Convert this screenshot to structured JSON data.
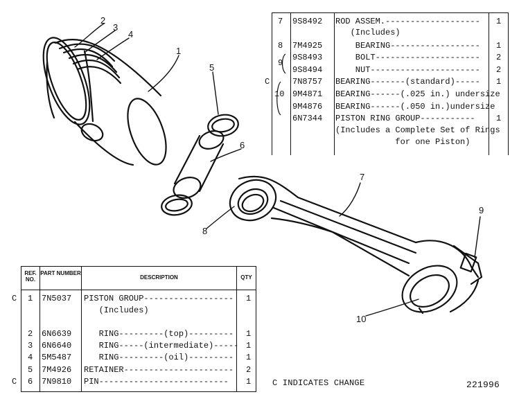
{
  "upper_table": {
    "rows": [
      {
        "ref": "7",
        "part": "9S8492",
        "desc": "ROD ASSEM.-------------------",
        "qty": "1"
      },
      {
        "ref": "",
        "part": "",
        "desc": "   (Includes)",
        "qty": ""
      },
      {
        "ref": "8",
        "part": "7M4925",
        "desc": "    BEARING------------------",
        "qty": "1"
      },
      {
        "ref": "9",
        "part": "9S8493",
        "desc": "    BOLT---------------------",
        "qty": "2"
      },
      {
        "ref": "",
        "part": "9S8494",
        "desc": "    NUT----------------------",
        "qty": "2"
      },
      {
        "ref": "C",
        "part": "7N8757",
        "desc": "BEARING-------(standard)-----",
        "qty": "1"
      },
      {
        "ref": "10",
        "part": "9M4871",
        "desc": "BEARING------(.025 in.) undersize",
        "qty": ""
      },
      {
        "ref": "",
        "part": "9M4876",
        "desc": "BEARING------(.050 in.)undersize",
        "qty": ""
      },
      {
        "ref": "",
        "part": "6N7344",
        "desc": "PISTON RING GROUP-----------",
        "qty": "1"
      },
      {
        "ref": "",
        "part": "",
        "desc": "(Includes a Complete Set of Rings",
        "qty": ""
      },
      {
        "ref": "",
        "part": "",
        "desc": "            for one Piston)",
        "qty": ""
      }
    ]
  },
  "lower_table": {
    "headers": {
      "ref": "REF. NO.",
      "part": "PART NUMBER",
      "desc": "DESCRIPTION",
      "qty": "QTY"
    },
    "rows": [
      {
        "c": "C",
        "ref": "1",
        "part": "7N5037",
        "desc": "PISTON GROUP------------------",
        "qty": "1"
      },
      {
        "c": "",
        "ref": "",
        "part": "",
        "desc": "   (Includes)",
        "qty": ""
      },
      {
        "c": "",
        "ref": "2",
        "part": "6N6639",
        "desc": "   RING---------(top)---------",
        "qty": "1"
      },
      {
        "c": "",
        "ref": "3",
        "part": "6N6640",
        "desc": "   RING-----(intermediate)-----",
        "qty": "1"
      },
      {
        "c": "",
        "ref": "4",
        "part": "5M5487",
        "desc": "   RING---------(oil)---------",
        "qty": "1"
      },
      {
        "c": "",
        "ref": "5",
        "part": "7M4926",
        "desc": "RETAINER----------------------",
        "qty": "2"
      },
      {
        "c": "C",
        "ref": "6",
        "part": "7N9810",
        "desc": "PIN--------------------------",
        "qty": "1"
      }
    ]
  },
  "callouts": {
    "c1": "1",
    "c2": "2",
    "c3": "3",
    "c4": "4",
    "c5": "5",
    "c6": "6",
    "c7": "7",
    "c8": "8",
    "c9": "9",
    "c10": "10"
  },
  "footer": {
    "change_note": "C INDICATES CHANGE",
    "figure_number": "221996"
  }
}
